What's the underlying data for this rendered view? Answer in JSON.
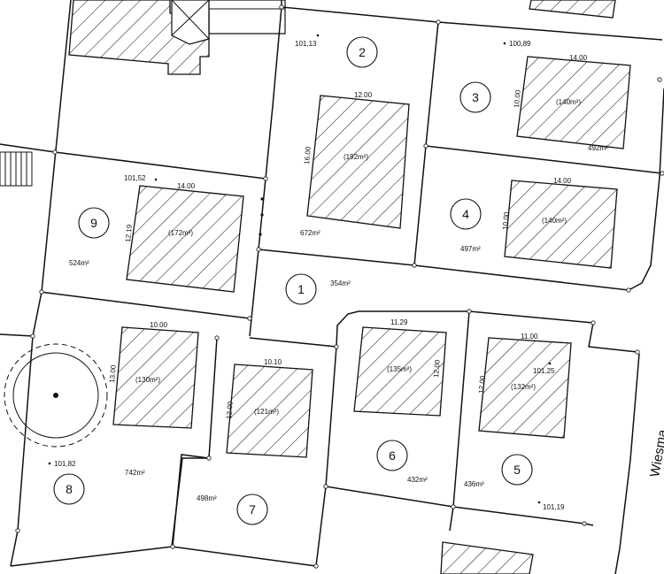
{
  "street_name": "Wiesma",
  "lots": [
    {
      "num": "1",
      "area": "354m²"
    },
    {
      "num": "2",
      "area": "672m²",
      "building": {
        "area": "(192m²)",
        "w": "12.00",
        "d": "16.00"
      }
    },
    {
      "num": "3",
      "area": "492m²",
      "building": {
        "area": "(140m²)",
        "w": "14.00",
        "d": "10.00"
      }
    },
    {
      "num": "4",
      "area": "497m²",
      "building": {
        "area": "(140m²)",
        "w": "14.00",
        "d": "10.00"
      }
    },
    {
      "num": "5",
      "area": "436m²",
      "building": {
        "area": "(132m²)",
        "w": "11.00",
        "d": "12.00"
      }
    },
    {
      "num": "6",
      "area": "432m²",
      "building": {
        "area": "(135m²)",
        "w": "11.29",
        "d": "12.00"
      }
    },
    {
      "num": "7",
      "area": "498m²",
      "building": {
        "area": "(121m²)",
        "w": "10.10",
        "d": "12.00"
      }
    },
    {
      "num": "8",
      "area": "742m²",
      "building": {
        "area": "(130m²)",
        "w": "10.00",
        "d": "13.00"
      }
    },
    {
      "num": "9",
      "area": "524m²",
      "building": {
        "area": "(172m²)",
        "w": "14.00",
        "d": "12.19"
      }
    }
  ],
  "spot_heights": [
    "101,13",
    "100,89",
    "101,52",
    "101,25",
    "101,82",
    "101,19"
  ]
}
